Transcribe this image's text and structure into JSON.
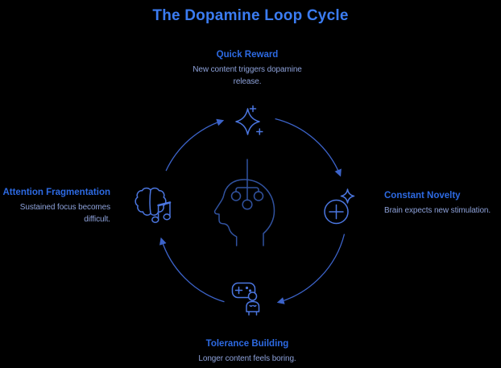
{
  "title": "The Dopamine Loop Cycle",
  "flow_direction": "clockwise",
  "nodes": {
    "top": {
      "label": "Quick Reward",
      "description": "New content triggers dopamine release.",
      "icon": "sparkles-icon"
    },
    "right": {
      "label": "Constant Novelty",
      "description": "Brain expects new stimulation.",
      "icon": "novelty-circle-plus-icon"
    },
    "bottom": {
      "label": "Tolerance Building",
      "description": "Longer content feels boring.",
      "icon": "gamepad-user-icon"
    },
    "left": {
      "label": "Attention Fragmentation",
      "description": "Sustained focus becomes difficult.",
      "icon": "brain-music-icon"
    }
  },
  "center": {
    "icon": "head-circuit-icon"
  },
  "colors": {
    "background": "#000000",
    "title-blue": "#3b7cf2",
    "heading-blue": "#2d6ae3",
    "body-blue": "#8da1d9",
    "arc-blue": "#3c63c9",
    "icon-blue": "#4b76e0",
    "head-blue": "#31529f"
  }
}
